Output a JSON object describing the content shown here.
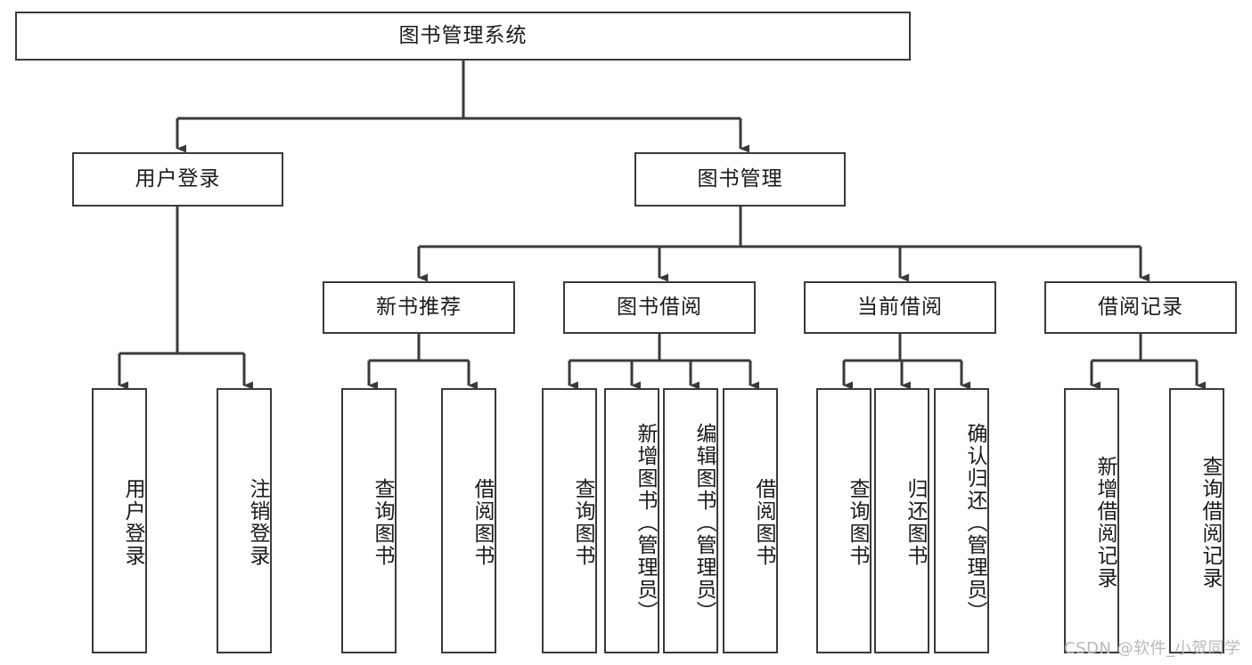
{
  "diagram": {
    "title": "图书管理系统",
    "type": "hierarchy-tree",
    "root": {
      "label": "图书管理系统"
    },
    "level2": [
      {
        "label": "用户登录"
      },
      {
        "label": "图书管理"
      }
    ],
    "level3": [
      {
        "label": "新书推荐"
      },
      {
        "label": "图书借阅"
      },
      {
        "label": "当前借阅"
      },
      {
        "label": "借阅记录"
      }
    ],
    "leaves": {
      "user_login": [
        {
          "label": "用户登录"
        },
        {
          "label": "注销登录"
        }
      ],
      "new_book_recommend": [
        {
          "label": "查询图书"
        },
        {
          "label": "借阅图书"
        }
      ],
      "book_borrow": [
        {
          "label": "查询图书"
        },
        {
          "label": "新增图书（管理员）"
        },
        {
          "label": "编辑图书（管理员）"
        },
        {
          "label": "借阅图书"
        }
      ],
      "current_borrow": [
        {
          "label": "查询图书"
        },
        {
          "label": "归还图书"
        },
        {
          "label": "确认归还（管理员）"
        }
      ],
      "borrow_record": [
        {
          "label": "新增借阅记录"
        },
        {
          "label": "查询借阅记录"
        }
      ]
    }
  },
  "watermark": {
    "text": "CSDN @软件_小贺同学"
  },
  "colors": {
    "stroke": "#3a3a3a",
    "text": "#1a1a1a",
    "background": "#ffffff",
    "watermark": "#b9b9b9"
  }
}
